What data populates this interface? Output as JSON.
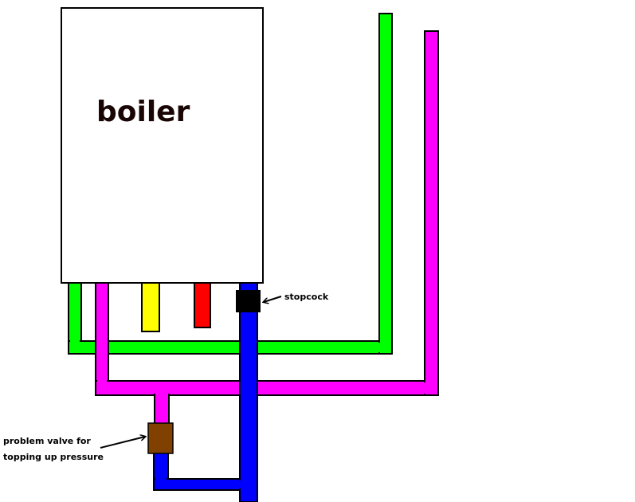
{
  "boiler": {
    "label": "boiler"
  },
  "annotations": {
    "stopcock": "stopcock",
    "problem_valve_line1": "problem valve for",
    "problem_valve_line2": "topping up pressure"
  },
  "colors": {
    "green_pipe": "#00ff00",
    "magenta_pipe": "#ff00ff",
    "yellow_pipe": "#ffff00",
    "red_pipe": "#ff0000",
    "blue_pipe": "#0000ff",
    "stopcock": "#000000",
    "valve": "#804000",
    "outline": "#000000",
    "background": "#ffffff"
  }
}
